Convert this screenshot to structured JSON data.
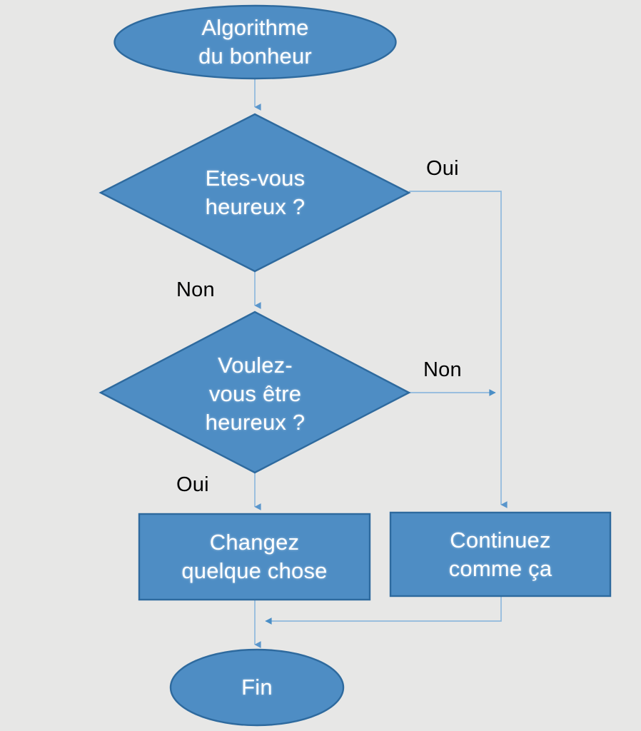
{
  "diagram": {
    "title": "Algorithme du bonheur",
    "background_color": "#e7e7e6",
    "shape_fill_color": "#4e8dc4",
    "shape_border_color": "#2e6a9e",
    "shape_text_color": "#ffffff",
    "connector_color": "#8fb8dc",
    "edge_label_color": "#000000"
  },
  "nodes": {
    "start": {
      "label": "Algorithme\ndu bonheur",
      "shape": "ellipse"
    },
    "decision_happy": {
      "label": "Etes-vous\nheureux ?",
      "shape": "diamond"
    },
    "decision_want_happy": {
      "label": "Voulez-\nvous être\nheureux ?",
      "shape": "diamond"
    },
    "process_change": {
      "label": "Changez\nquelque chose",
      "shape": "rectangle"
    },
    "process_continue": {
      "label": "Continuez\ncomme ça",
      "shape": "rectangle"
    },
    "end": {
      "label": "Fin",
      "shape": "ellipse"
    }
  },
  "edges": {
    "happy_yes": "Oui",
    "happy_no": "Non",
    "want_no": "Non",
    "want_yes": "Oui"
  }
}
